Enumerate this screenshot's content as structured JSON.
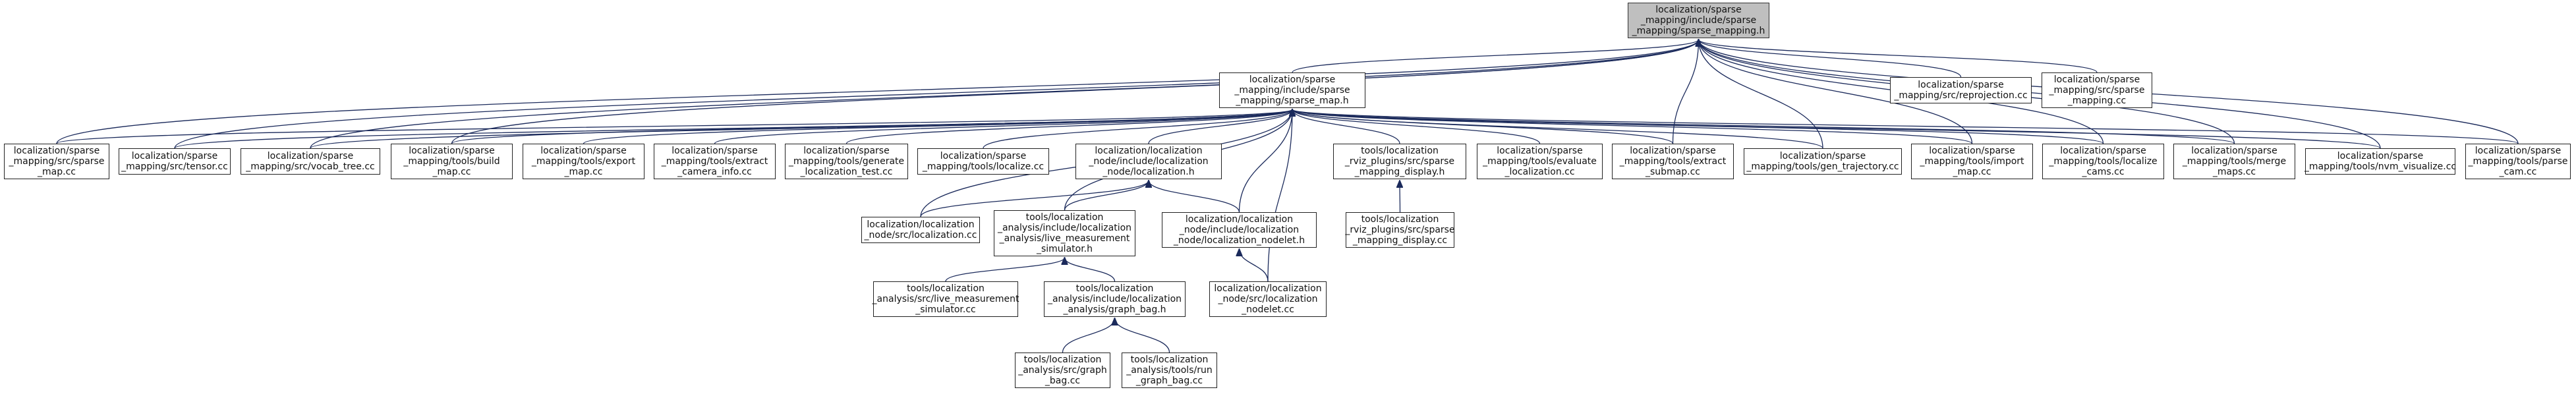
{
  "diagram": {
    "nodes": [
      {
        "id": "root",
        "lines": [
          "localization/sparse",
          "_mapping/include/sparse",
          "_mapping/sparse_mapping.h"
        ],
        "root": true
      },
      {
        "id": "smap_h",
        "lines": [
          "localization/sparse",
          "_mapping/include/sparse",
          "_mapping/sparse_map.h"
        ]
      },
      {
        "id": "reproj",
        "lines": [
          "localization/sparse",
          "_mapping/src/reprojection.cc"
        ]
      },
      {
        "id": "smapping_cc",
        "lines": [
          "localization/sparse",
          "_mapping/src/sparse",
          "_mapping.cc"
        ]
      },
      {
        "id": "smap_cc",
        "lines": [
          "localization/sparse",
          "_mapping/src/sparse",
          "_map.cc"
        ]
      },
      {
        "id": "tensor",
        "lines": [
          "localization/sparse",
          "_mapping/src/tensor.cc"
        ]
      },
      {
        "id": "vocab",
        "lines": [
          "localization/sparse",
          "_mapping/src/vocab_tree.cc"
        ]
      },
      {
        "id": "build",
        "lines": [
          "localization/sparse",
          "_mapping/tools/build",
          "_map.cc"
        ]
      },
      {
        "id": "export",
        "lines": [
          "localization/sparse",
          "_mapping/tools/export",
          "_map.cc"
        ]
      },
      {
        "id": "extract_cam",
        "lines": [
          "localization/sparse",
          "_mapping/tools/extract",
          "_camera_info.cc"
        ]
      },
      {
        "id": "gen_loc",
        "lines": [
          "localization/sparse",
          "_mapping/tools/generate",
          "_localization_test.cc"
        ]
      },
      {
        "id": "tools_loc",
        "lines": [
          "localization/sparse",
          "_mapping/tools/localize.cc"
        ]
      },
      {
        "id": "loc_node_h",
        "lines": [
          "localization/localization",
          "_node/include/localization",
          "_node/localization.h"
        ]
      },
      {
        "id": "rviz_h",
        "lines": [
          "tools/localization",
          "_rviz_plugins/src/sparse",
          "_mapping_display.h"
        ]
      },
      {
        "id": "evaluate",
        "lines": [
          "localization/sparse",
          "_mapping/tools/evaluate",
          "_localization.cc"
        ]
      },
      {
        "id": "extract_sub",
        "lines": [
          "localization/sparse",
          "_mapping/tools/extract",
          "_submap.cc"
        ]
      },
      {
        "id": "gen_traj",
        "lines": [
          "localization/sparse",
          "_mapping/tools/gen_trajectory.cc"
        ]
      },
      {
        "id": "import",
        "lines": [
          "localization/sparse",
          "_mapping/tools/import",
          "_map.cc"
        ]
      },
      {
        "id": "loc_cams",
        "lines": [
          "localization/sparse",
          "_mapping/tools/localize",
          "_cams.cc"
        ]
      },
      {
        "id": "merge",
        "lines": [
          "localization/sparse",
          "_mapping/tools/merge",
          "_maps.cc"
        ]
      },
      {
        "id": "nvm",
        "lines": [
          "localization/sparse",
          "_mapping/tools/nvm_visualize.cc"
        ]
      },
      {
        "id": "parse_cam",
        "lines": [
          "localization/sparse",
          "_mapping/tools/parse",
          "_cam.cc"
        ]
      },
      {
        "id": "loc_src",
        "lines": [
          "localization/localization",
          "_node/src/localization.cc"
        ]
      },
      {
        "id": "live_h",
        "lines": [
          "tools/localization",
          "_analysis/include/localization",
          "_analysis/live_measurement",
          "_simulator.h"
        ]
      },
      {
        "id": "nodelet_h",
        "lines": [
          "localization/localization",
          "_node/include/localization",
          "_node/localization_nodelet.h"
        ]
      },
      {
        "id": "rviz_cc",
        "lines": [
          "tools/localization",
          "_rviz_plugins/src/sparse",
          "_mapping_display.cc"
        ]
      },
      {
        "id": "live_cc",
        "lines": [
          "tools/localization",
          "_analysis/src/live_measurement",
          "_simulator.cc"
        ]
      },
      {
        "id": "graph_bag_h",
        "lines": [
          "tools/localization",
          "_analysis/include/localization",
          "_analysis/graph_bag.h"
        ]
      },
      {
        "id": "nodelet_cc",
        "lines": [
          "localization/localization",
          "_node/src/localization",
          "_nodelet.cc"
        ]
      },
      {
        "id": "graph_bag_cc",
        "lines": [
          "tools/localization",
          "_analysis/src/graph",
          "_bag.cc"
        ]
      },
      {
        "id": "run_graph_bag",
        "lines": [
          "tools/localization",
          "_analysis/tools/run",
          "_graph_bag.cc"
        ]
      }
    ],
    "edges": [
      [
        "root",
        "smap_h"
      ],
      [
        "root",
        "reproj"
      ],
      [
        "root",
        "smapping_cc"
      ],
      [
        "root",
        "smap_cc"
      ],
      [
        "root",
        "tensor"
      ],
      [
        "root",
        "vocab"
      ],
      [
        "root",
        "build"
      ],
      [
        "root",
        "extract_sub"
      ],
      [
        "root",
        "gen_traj"
      ],
      [
        "root",
        "import"
      ],
      [
        "root",
        "loc_cams"
      ],
      [
        "root",
        "merge"
      ],
      [
        "root",
        "nvm"
      ],
      [
        "root",
        "parse_cam"
      ],
      [
        "smap_h",
        "smap_cc"
      ],
      [
        "smap_h",
        "tensor"
      ],
      [
        "smap_h",
        "vocab"
      ],
      [
        "smap_h",
        "build"
      ],
      [
        "smap_h",
        "export"
      ],
      [
        "smap_h",
        "extract_cam"
      ],
      [
        "smap_h",
        "gen_loc"
      ],
      [
        "smap_h",
        "tools_loc"
      ],
      [
        "smap_h",
        "loc_node_h"
      ],
      [
        "smap_h",
        "rviz_h"
      ],
      [
        "smap_h",
        "evaluate"
      ],
      [
        "smap_h",
        "extract_sub"
      ],
      [
        "smap_h",
        "gen_traj"
      ],
      [
        "smap_h",
        "import"
      ],
      [
        "smap_h",
        "loc_cams"
      ],
      [
        "smap_h",
        "merge"
      ],
      [
        "smap_h",
        "nvm"
      ],
      [
        "smap_h",
        "parse_cam"
      ],
      [
        "smap_h",
        "loc_src"
      ],
      [
        "smap_h",
        "live_h"
      ],
      [
        "smap_h",
        "nodelet_h"
      ],
      [
        "smap_h",
        "nodelet_cc"
      ],
      [
        "loc_node_h",
        "loc_src"
      ],
      [
        "loc_node_h",
        "live_h"
      ],
      [
        "loc_node_h",
        "nodelet_h"
      ],
      [
        "rviz_h",
        "rviz_cc"
      ],
      [
        "nodelet_h",
        "nodelet_cc"
      ],
      [
        "live_h",
        "live_cc"
      ],
      [
        "live_h",
        "graph_bag_h"
      ],
      [
        "graph_bag_h",
        "graph_bag_cc"
      ],
      [
        "graph_bag_h",
        "run_graph_bag"
      ]
    ]
  }
}
